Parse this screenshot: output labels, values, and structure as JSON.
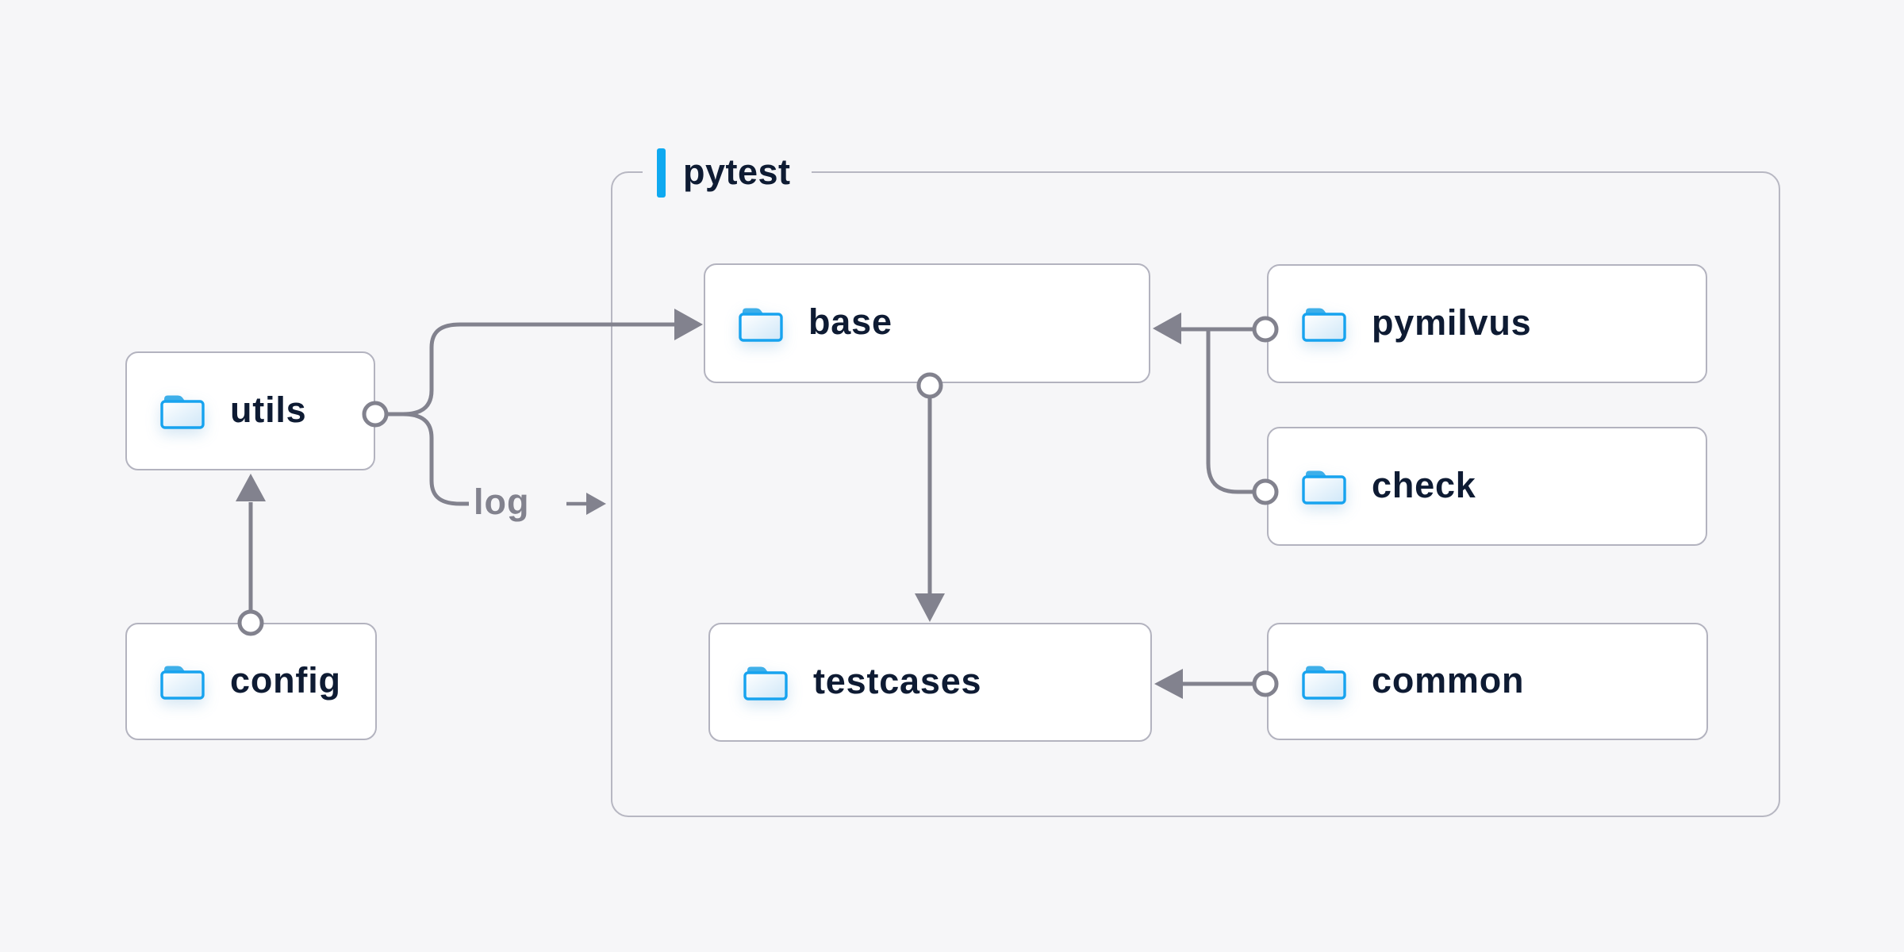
{
  "diagram": {
    "title_group": {
      "label": "pytest"
    },
    "nodes": [
      {
        "id": "utils",
        "label": "utils",
        "icon": "folder-icon"
      },
      {
        "id": "config",
        "label": "config",
        "icon": "folder-icon"
      },
      {
        "id": "base",
        "label": "base",
        "icon": "folder-icon"
      },
      {
        "id": "pymilvus",
        "label": "pymilvus",
        "icon": "folder-icon"
      },
      {
        "id": "check",
        "label": "check",
        "icon": "folder-icon"
      },
      {
        "id": "testcases",
        "label": "testcases",
        "icon": "folder-icon"
      },
      {
        "id": "common",
        "label": "common",
        "icon": "folder-icon"
      }
    ],
    "edges": [
      {
        "from": "utils",
        "to": "base",
        "style": "arrow"
      },
      {
        "from": "utils",
        "to": "log",
        "style": "arrow",
        "label": "log"
      },
      {
        "from": "config",
        "to": "utils",
        "style": "arrow"
      },
      {
        "from": "base",
        "to": "testcases",
        "style": "arrow"
      },
      {
        "from": "pymilvus",
        "to": "base",
        "style": "arrow"
      },
      {
        "from": "pymilvus",
        "to": "check",
        "style": "elbow-connector"
      },
      {
        "from": "common",
        "to": "testcases",
        "style": "arrow"
      }
    ],
    "log_label": "log",
    "colors": {
      "background": "#f6f6f8",
      "node_border": "#b3b3bf",
      "group_border": "#b7b7c2",
      "connector": "#82828e",
      "text": "#0e1b33",
      "accent": "#0fa9f0",
      "folder_blue": "#17a3ef"
    }
  }
}
